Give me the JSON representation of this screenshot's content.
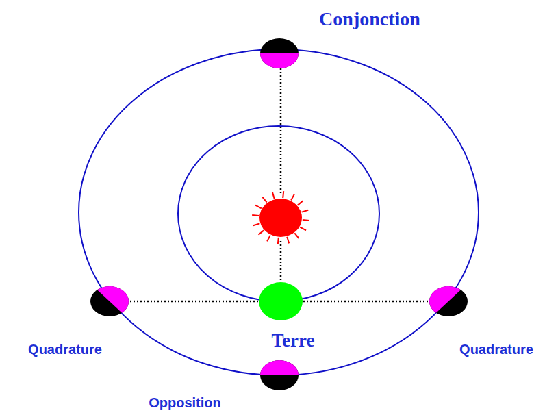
{
  "diagram": {
    "labels": [
      "Conjonction",
      "Quadrature",
      "Terre",
      "Quadrature",
      "Opposition"
    ]
  }
}
